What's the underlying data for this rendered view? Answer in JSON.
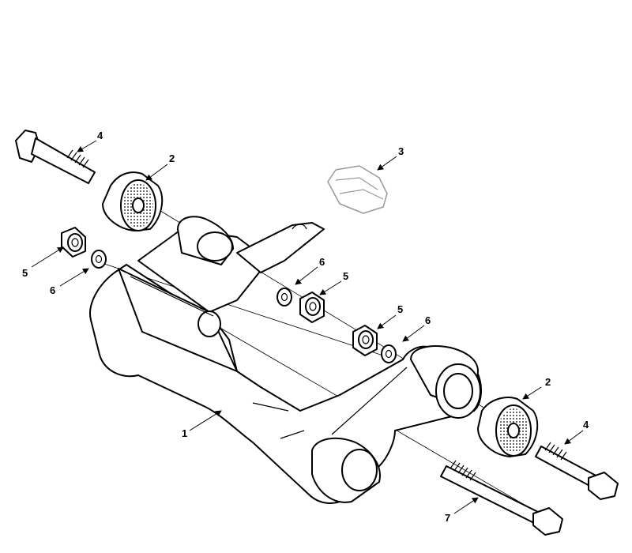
{
  "callouts": {
    "c1": "1",
    "c2a": "2",
    "c2b": "2",
    "c3": "3",
    "c4a": "4",
    "c4b": "4",
    "c5a": "5",
    "c5b": "5",
    "c5c": "5",
    "c6a": "6",
    "c6b": "6",
    "c6c": "6",
    "c7": "7"
  },
  "colors": {
    "line": "#000000",
    "background": "#ffffff",
    "ghost": "#999999"
  }
}
